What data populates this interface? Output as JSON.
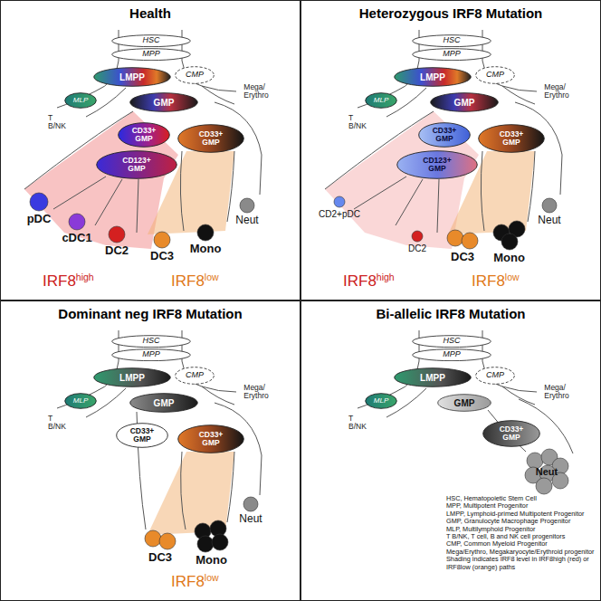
{
  "diagram": {
    "nodes": [
      {
        "text": [
          "Health"
        ]
      },
      {
        "text": [
          "HSC"
        ],
        "in": 0
      },
      {
        "text": [
          "MPP"
        ],
        "in": 0
      },
      {
        "text": [
          "LMPP"
        ],
        "in": 0
      },
      {
        "text": [
          "MLP"
        ],
        "in": 0
      },
      {
        "text": [
          "CMP"
        ],
        "in": 0
      },
      {
        "text": [
          "GMP"
        ],
        "in": 0
      },
      {
        "text": [
          "CD33+ GMP"
        ],
        "in": 0
      },
      {
        "text": [
          "CD123+ GMP"
        ],
        "in": 0
      },
      {
        "text": [
          "CD33+ GMP"
        ],
        "in": 0
      },
      {
        "text": [
          "pDC"
        ],
        "in": 0
      },
      {
        "text": [
          "cDC1"
        ],
        "in": 0
      },
      {
        "text": [
          "DC2"
        ],
        "in": 0
      },
      {
        "text": [
          "DC3"
        ],
        "in": 0
      },
      {
        "text": [
          "Mono"
        ],
        "in": 0
      },
      {
        "text": [
          "Neut"
        ],
        "in": 0
      },
      {
        "text": [
          "Heterozygous IRF8 Mutation"
        ]
      },
      {
        "text": [
          "HSC"
        ],
        "in": 16
      },
      {
        "text": [
          "MPP"
        ],
        "in": 16
      },
      {
        "text": [
          "LMPP"
        ],
        "in": 16
      },
      {
        "text": [
          "MLP"
        ],
        "in": 16
      },
      {
        "text": [
          "CMP"
        ],
        "in": 16
      },
      {
        "text": [
          "GMP"
        ],
        "in": 16
      },
      {
        "text": [
          "CD33+ GMP"
        ],
        "in": 16
      },
      {
        "text": [
          "CD123+ GMP"
        ],
        "in": 16
      },
      {
        "text": [
          "CD33+ GMP"
        ],
        "in": 16
      },
      {
        "text": [
          "CD2+pDC"
        ],
        "in": 16
      },
      {
        "text": [
          "DC2"
        ],
        "in": 16
      },
      {
        "text": [
          "DC3"
        ],
        "in": 16
      },
      {
        "text": [
          "Mono"
        ],
        "in": 16
      },
      {
        "text": [
          "Neut"
        ],
        "in": 16
      },
      {
        "text": [
          "Dominant neg IRF8 Mutation"
        ]
      },
      {
        "text": [
          "HSC"
        ],
        "in": 31
      },
      {
        "text": [
          "MPP"
        ],
        "in": 31
      },
      {
        "text": [
          "LMPP"
        ],
        "in": 31
      },
      {
        "text": [
          "MLP"
        ],
        "in": 31
      },
      {
        "text": [
          "CMP"
        ],
        "in": 31
      },
      {
        "text": [
          "GMP"
        ],
        "in": 31
      },
      {
        "text": [
          "CD33+ GMP"
        ],
        "in": 31
      },
      {
        "text": [
          "CD33+ GMP"
        ],
        "in": 31
      },
      {
        "text": [
          "DC3"
        ],
        "in": 31
      },
      {
        "text": [
          "Mono"
        ],
        "in": 31
      },
      {
        "text": [
          "Neut"
        ],
        "in": 31
      },
      {
        "text": [
          "Bi-allelic IRF8 Mutation"
        ]
      },
      {
        "text": [
          "HSC"
        ],
        "in": 43
      },
      {
        "text": [
          "MPP"
        ],
        "in": 43
      },
      {
        "text": [
          "LMPP"
        ],
        "in": 43
      },
      {
        "text": [
          "MLP"
        ],
        "in": 43
      },
      {
        "text": [
          "CMP"
        ],
        "in": 43
      },
      {
        "text": [
          "GMP"
        ],
        "in": 43
      },
      {
        "text": [
          "CD33+ GMP"
        ],
        "in": 43
      },
      {
        "text": [
          "Neut"
        ],
        "in": 43
      }
    ],
    "labels": [
      "T B/NK",
      "Mega/ Erythro",
      "IRF8",
      "high",
      "IRF8",
      "low",
      "T B/NK",
      "Mega/ Erythro",
      "IRF8",
      "high",
      "IRF8",
      "low",
      "T B/NK",
      "Mega/ Erythro",
      "IRF8",
      "low",
      "T B/NK",
      "Mega/ Erythro",
      "HSC, Hematopoietic Stem Cell",
      "MPP, Multipotent Progenitor",
      "LMPP, Lymphoid-primed Multipotent Progenitor",
      "GMP, Granulocyte Macrophage Progenitor",
      "MLP, Multilymphoid Progenitor",
      "T B/NK, T cell, B and NK cell progenitors",
      "CMP, Common Myeloid Progenitor",
      "Mega/Erythro, Megakaryocyte/Erythroid progenitor",
      "Shading indicates IRF8 level in IRF8high (red) or IRF8low (orange) paths"
    ]
  }
}
